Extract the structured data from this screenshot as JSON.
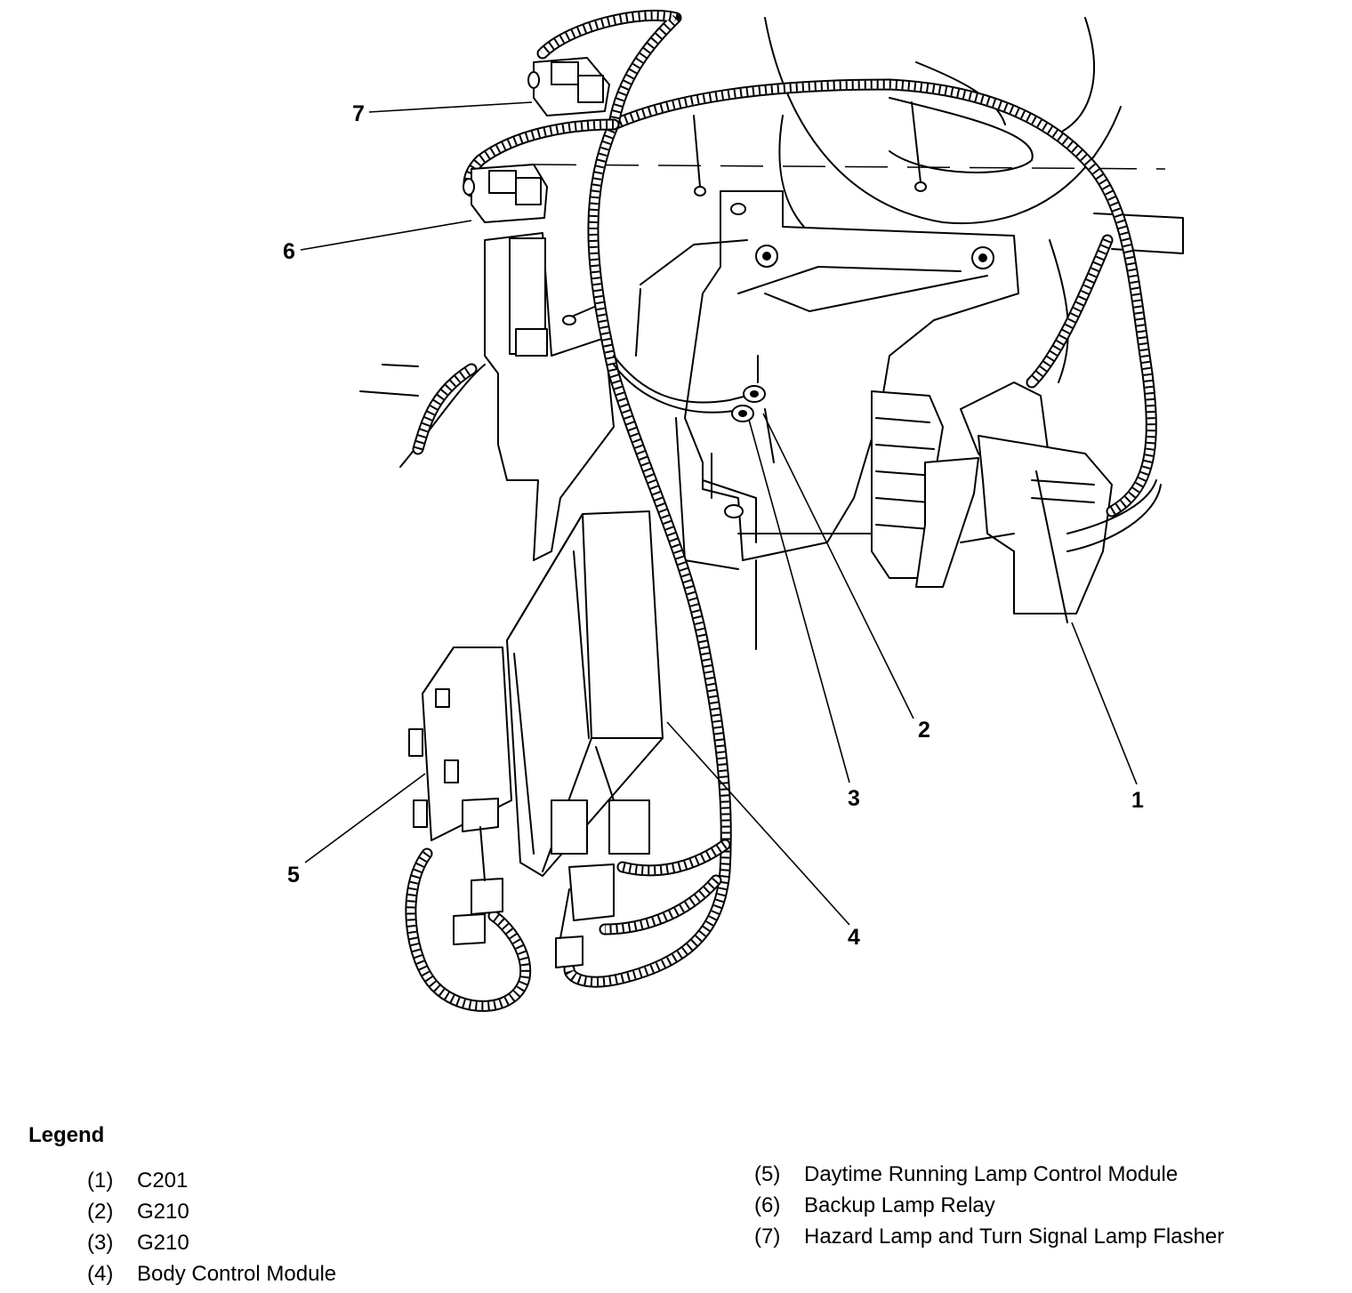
{
  "callouts": {
    "c1": "1",
    "c2": "2",
    "c3": "3",
    "c4": "4",
    "c5": "5",
    "c6": "6",
    "c7": "7"
  },
  "legend": {
    "title": "Legend",
    "items": [
      {
        "num": "(1)",
        "label": "C201"
      },
      {
        "num": "(2)",
        "label": "G210"
      },
      {
        "num": "(3)",
        "label": "G210"
      },
      {
        "num": "(4)",
        "label": "Body Control Module"
      },
      {
        "num": "(5)",
        "label": "Daytime Running Lamp Control Module"
      },
      {
        "num": "(6)",
        "label": "Backup Lamp Relay"
      },
      {
        "num": "(7)",
        "label": "Hazard Lamp and Turn Signal Lamp Flasher"
      }
    ]
  }
}
